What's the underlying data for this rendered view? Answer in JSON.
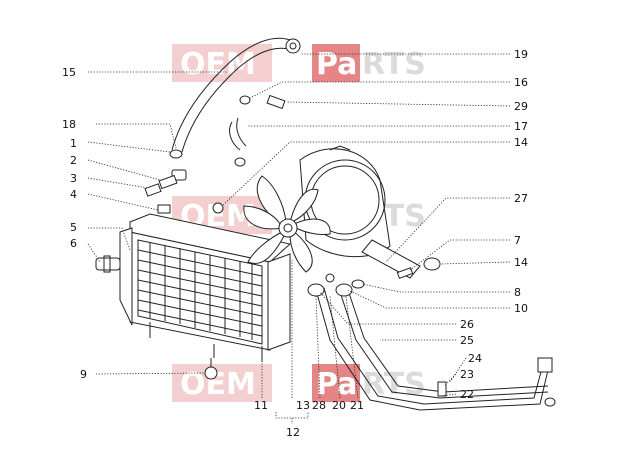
{
  "watermark": {
    "oem": "OEM",
    "pa": "Pa",
    "rts": "RTS"
  },
  "callouts": {
    "c1": "1",
    "c2": "2",
    "c3": "3",
    "c4": "4",
    "c5": "5",
    "c6": "6",
    "c7": "7",
    "c8": "8",
    "c9": "9",
    "c10": "10",
    "c11": "11",
    "c12": "12",
    "c13": "13",
    "c14a": "14",
    "c14b": "14",
    "c15": "15",
    "c16": "16",
    "c17": "17",
    "c18": "18",
    "c19": "19",
    "c20": "20",
    "c21": "21",
    "c22": "22",
    "c23": "23",
    "c24": "24",
    "c25": "25",
    "c26": "26",
    "c27": "27",
    "c28": "28",
    "c29": "29"
  }
}
